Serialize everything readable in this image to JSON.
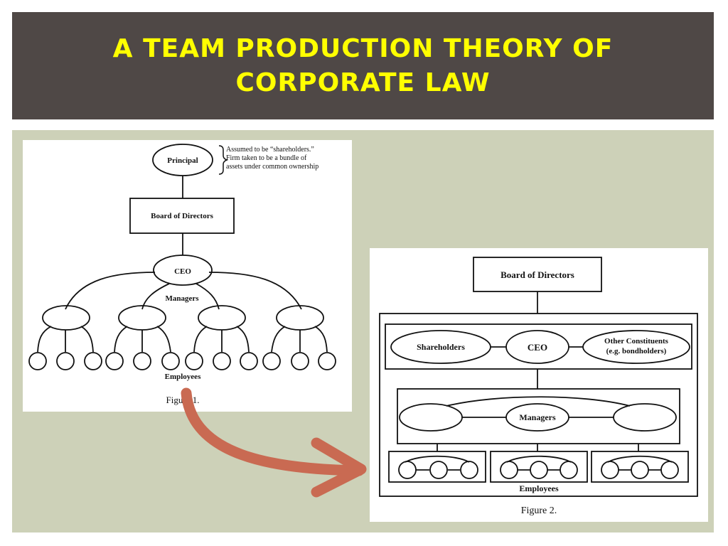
{
  "slide": {
    "title": "A TEAM PRODUCTION THEORY OF CORPORATE LAW"
  },
  "figure1": {
    "principal": "Principal",
    "note_line1": "Assumed to be “shareholders.”",
    "note_line2": "Firm taken to be a bundle of",
    "note_line3": "assets under common ownership",
    "board": "Board of Directors",
    "ceo": "CEO",
    "managers": "Managers",
    "employees": "Employees",
    "caption": "Figure 1."
  },
  "figure2": {
    "board": "Board of Directors",
    "shareholders": "Shareholders",
    "ceo": "CEO",
    "other_line1": "Other Constituents",
    "other_line2": "(e.g. bondholders)",
    "managers": "Managers",
    "employees": "Employees",
    "caption": "Figure 2."
  },
  "colors": {
    "title_bar": "#4f4846",
    "title_text": "#ffff00",
    "content_bg": "#cdd1b8",
    "arrow": "#c96a52"
  }
}
